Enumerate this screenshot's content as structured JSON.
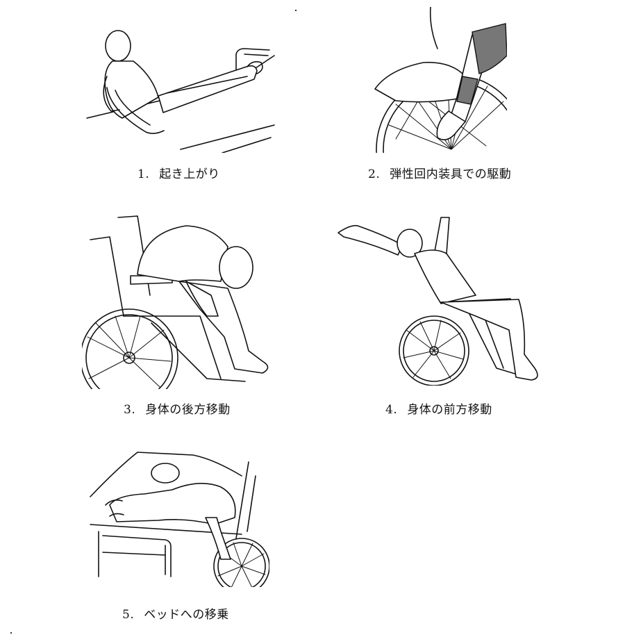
{
  "panels": [
    {
      "number": "1.",
      "caption": "起き上がり"
    },
    {
      "number": "2.",
      "caption": "弾性回内装具での駆動"
    },
    {
      "number": "3.",
      "caption": "身体の後方移動"
    },
    {
      "number": "4.",
      "caption": "身体の前方移動"
    },
    {
      "number": "5.",
      "caption": "ベッドへの移乗"
    }
  ]
}
